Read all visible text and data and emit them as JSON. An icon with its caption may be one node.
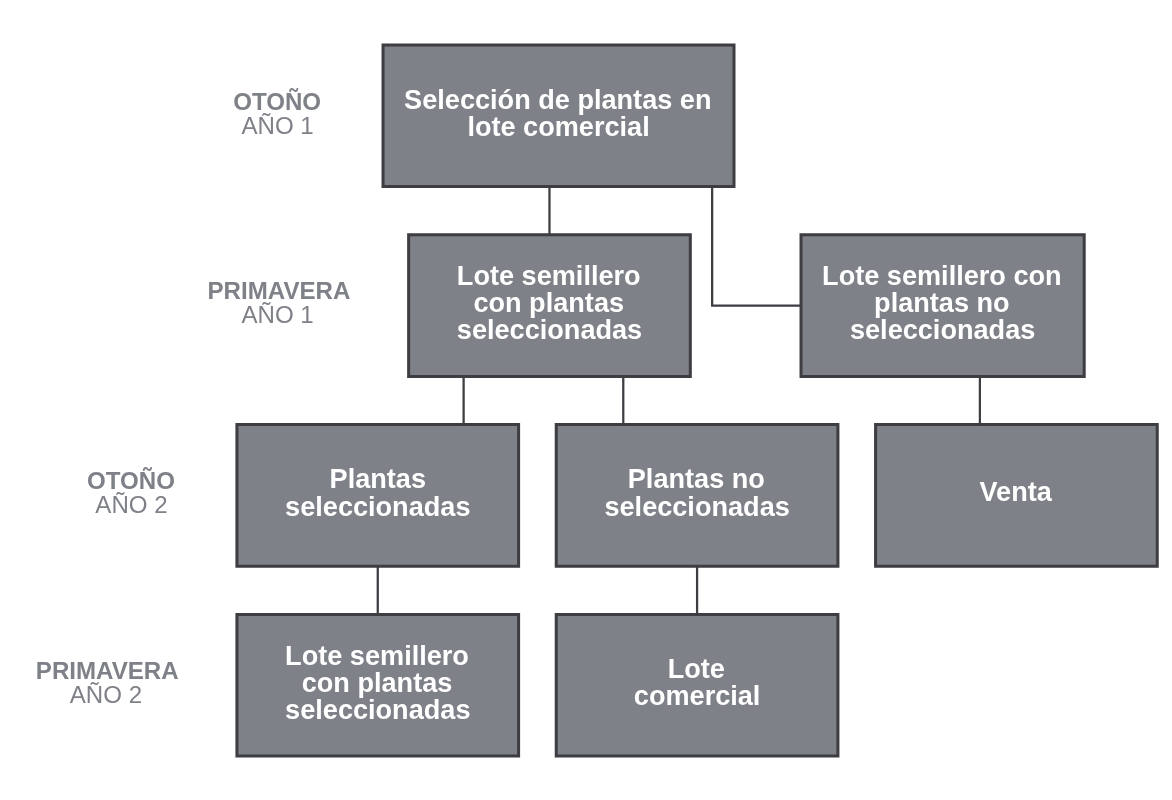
{
  "diagram": {
    "nodes": [
      {
        "text": [
          "Selección de plantas en lote comercial"
        ]
      },
      {
        "text": [
          "Lote semillero con plantas seleccionadas"
        ]
      },
      {
        "text": [
          "Lote semillero con plantas no seleccionadas"
        ]
      },
      {
        "text": [
          "Plantas seleccionadas"
        ]
      },
      {
        "text": [
          "Plantas no seleccionadas"
        ]
      },
      {
        "text": [
          "Venta"
        ]
      },
      {
        "text": [
          "Lote semillero con plantas seleccionadas"
        ]
      },
      {
        "text": [
          "Lote comercial"
        ]
      }
    ],
    "edges": [
      {
        "from": 0,
        "to": 1,
        "arrow": "none"
      },
      {
        "from": 0,
        "to": 2,
        "arrow": "none"
      },
      {
        "from": 1,
        "to": 3,
        "arrow": "none"
      },
      {
        "from": 1,
        "to": 4,
        "arrow": "none"
      },
      {
        "from": 2,
        "to": 5,
        "arrow": "none"
      },
      {
        "from": 3,
        "to": 6,
        "arrow": "none"
      },
      {
        "from": 4,
        "to": 7,
        "arrow": "none"
      }
    ],
    "labels": [
      "OTOÑO",
      "AÑO 1",
      "PRIMAVERA",
      "AÑO 1",
      "OTOÑO",
      "AÑO 2",
      "PRIMAVERA",
      "AÑO 2"
    ]
  }
}
